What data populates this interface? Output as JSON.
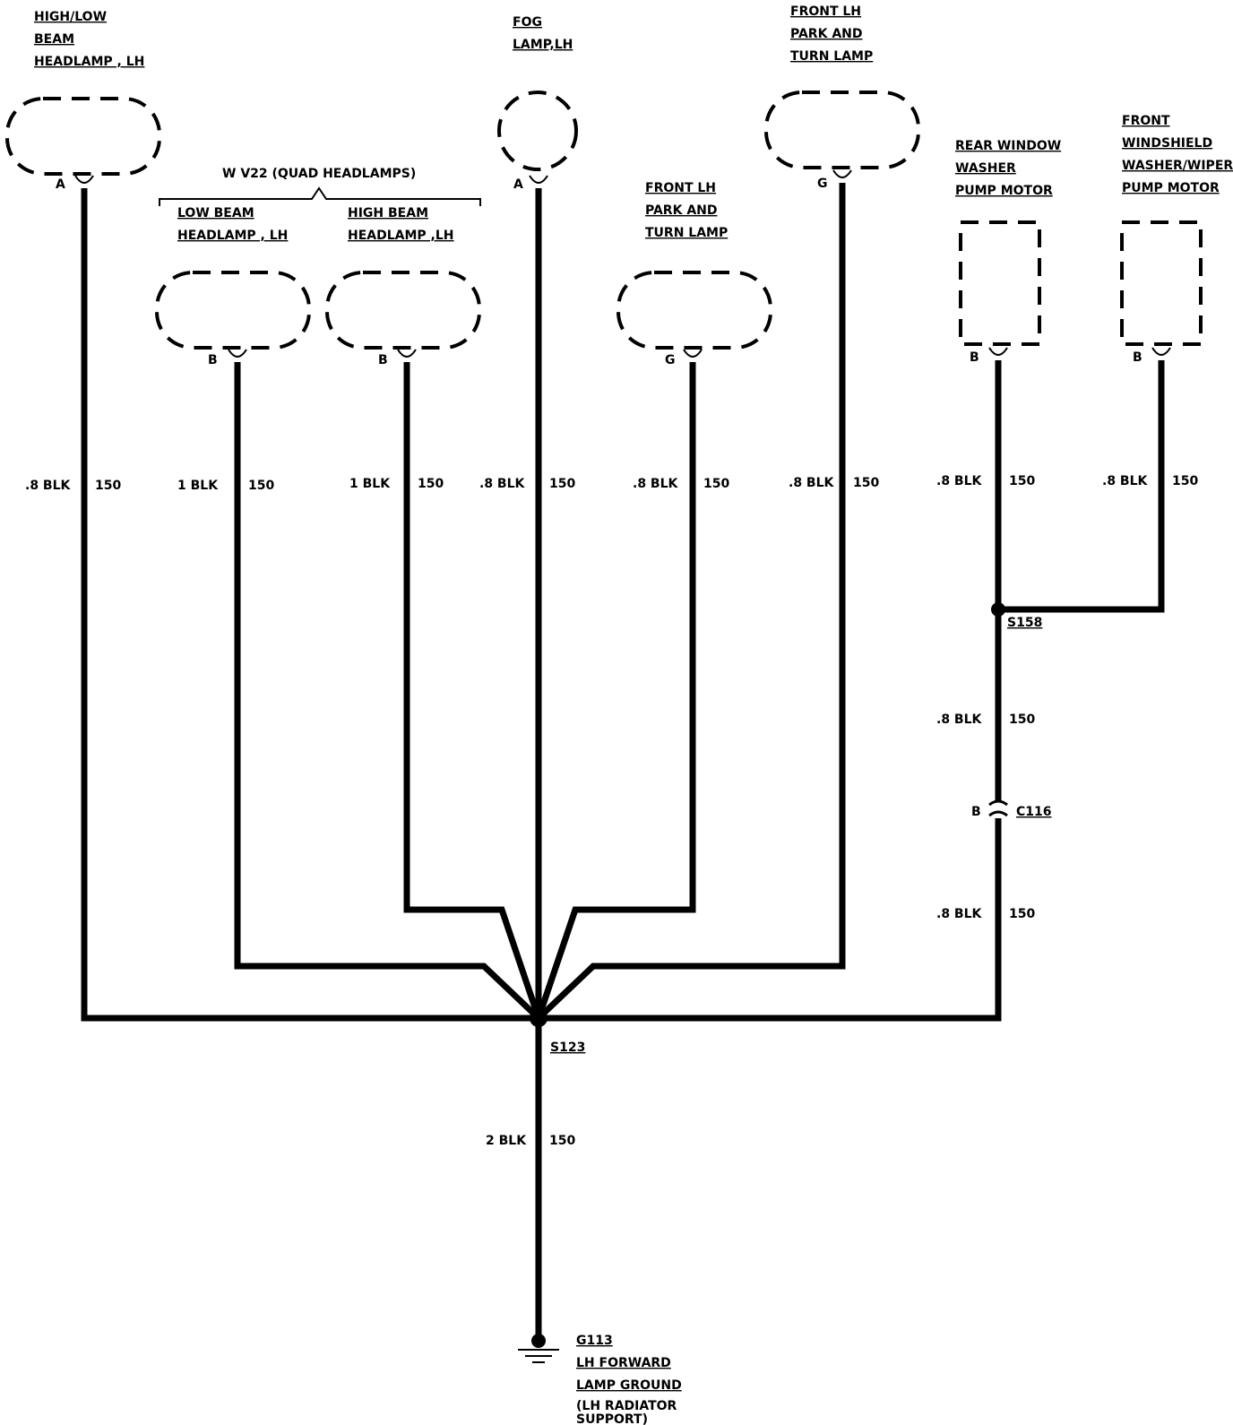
{
  "components": {
    "hilo_headlamp": [
      "HIGH/LOW",
      "BEAM",
      "HEADLAMP , LH"
    ],
    "fog_lamp": [
      "FOG",
      "LAMP,LH"
    ],
    "front_park_turn_upper": [
      "FRONT LH",
      "PARK AND",
      "TURN LAMP"
    ],
    "front_park_turn_lower": [
      "FRONT LH",
      "PARK AND",
      "TURN LAMP"
    ],
    "low_beam": [
      "LOW BEAM",
      "HEADLAMP , LH"
    ],
    "high_beam": [
      "HIGH BEAM",
      "HEADLAMP ,LH"
    ],
    "rear_washer": [
      "REAR WINDOW",
      "WASHER",
      "PUMP MOTOR"
    ],
    "windshield_washer": [
      "FRONT",
      "WINDSHIELD",
      "WASHER/WIPER",
      "PUMP MOTOR"
    ]
  },
  "option_label": "W V22 (QUAD HEADLAMPS)",
  "pins": {
    "hilo": "A",
    "fog": "A",
    "park_upper": "G",
    "low": "B",
    "high": "B",
    "park_lower": "G",
    "rear_washer": "B",
    "windshield": "B",
    "c116": "B"
  },
  "wires": {
    "hilo": ".8 BLK",
    "low": "1 BLK",
    "high": "1 BLK",
    "fog": ".8 BLK",
    "park_lower": ".8 BLK",
    "park_upper": ".8 BLK",
    "rear_washer": ".8 BLK",
    "windshield": ".8 BLK",
    "s158_c116": ".8 BLK",
    "c116_s123": ".8 BLK",
    "ground": "2 BLK"
  },
  "circuit": "150",
  "splices": {
    "s158": "S158",
    "s123": "S123"
  },
  "connector": "C116",
  "ground": {
    "id": "G113",
    "lines": [
      "LH FORWARD",
      "LAMP GROUND"
    ],
    "note": [
      "(LH RADIATOR",
      "SUPPORT)"
    ]
  }
}
